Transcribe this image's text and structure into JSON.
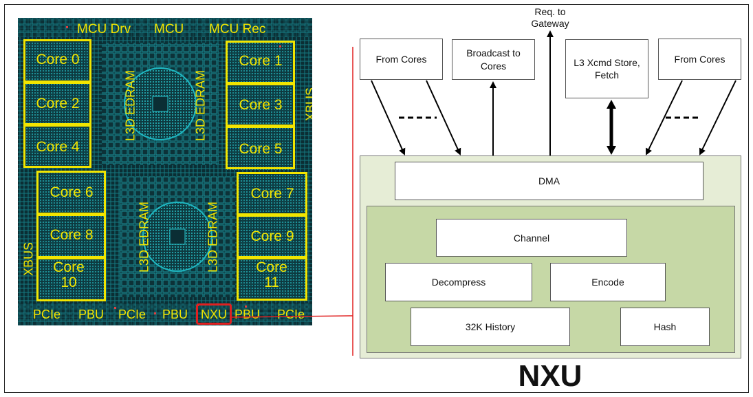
{
  "chip": {
    "top_labels": [
      "MCU Drv",
      "MCU",
      "MCU Rec"
    ],
    "cores": [
      "Core 0",
      "Core 1",
      "Core 2",
      "Core 3",
      "Core 4",
      "Core 5",
      "Core 6",
      "Core 7",
      "Core 8",
      "Core 9",
      "Core 10",
      "Core 11"
    ],
    "edram_label": "L3D EDRAM",
    "xbus_label": "XBUS",
    "bottom_labels": [
      "PCIe",
      "PBU",
      "PCIe",
      "PBU",
      "NXU",
      "PBU",
      "PCIe"
    ]
  },
  "nxu": {
    "title": "NXU",
    "external": {
      "from_cores_left": "From Cores",
      "broadcast": "Broadcast to Cores",
      "req_gateway": "Req. to Gateway",
      "l3_xcmd": "L3 Xcmd Store, Fetch",
      "from_cores_right": "From Cores"
    },
    "blocks": {
      "dma": "DMA",
      "channel": "Channel",
      "decompress": "Decompress",
      "encode": "Encode",
      "history": "32K History",
      "hash": "Hash"
    }
  },
  "colors": {
    "die_bg": "#0b2e34",
    "die_pattern": "#1fb8c2",
    "label_yellow": "#f2e500",
    "highlight_red": "#e02020",
    "outer_green": "#e6edd6",
    "inner_green": "#c6d8a6"
  }
}
